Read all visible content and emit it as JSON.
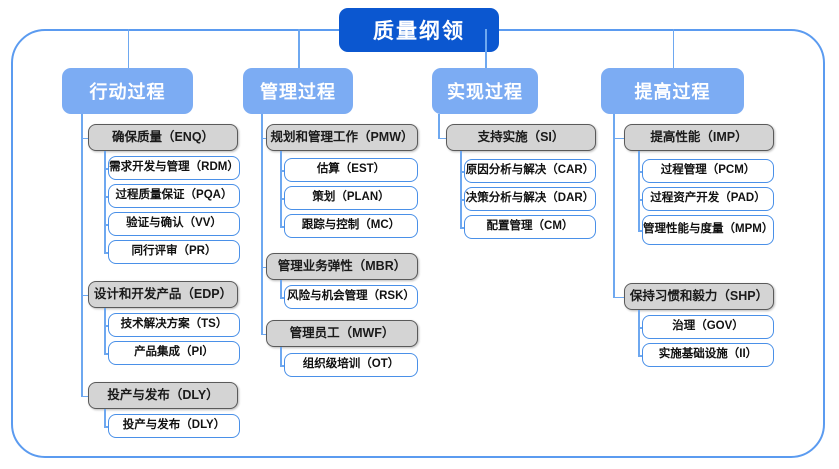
{
  "root": {
    "title": "质量纲领"
  },
  "columns": [
    {
      "id": "action",
      "header": "行动过程",
      "groups": [
        {
          "label": "确保质量（ENQ）",
          "items": [
            "需求开发与管理（RDM）",
            "过程质量保证（PQA）",
            "验证与确认（VV）",
            "同行评审（PR）"
          ]
        },
        {
          "label": "设计和开发产品（EDP）",
          "items": [
            "技术解决方案（TS）",
            "产品集成（PI）"
          ]
        },
        {
          "label": "投产与发布（DLY）",
          "items": [
            "投产与发布（DLY）"
          ]
        }
      ]
    },
    {
      "id": "manage",
      "header": "管理过程",
      "groups": [
        {
          "label": "规划和管理工作（PMW）",
          "items": [
            "估算（EST）",
            "策划（PLAN）",
            "跟踪与控制（MC）"
          ]
        },
        {
          "label": "管理业务弹性（MBR）",
          "items": [
            "风险与机会管理（RSK）"
          ]
        },
        {
          "label": "管理员工（MWF）",
          "items": [
            "组织级培训（OT）"
          ]
        }
      ]
    },
    {
      "id": "implement",
      "header": "实现过程",
      "groups": [
        {
          "label": "支持实施（SI）",
          "items": [
            "原因分析与解决（CAR）",
            "决策分析与解决（DAR）",
            "配置管理（CM）"
          ]
        }
      ]
    },
    {
      "id": "improve",
      "header": "提高过程",
      "groups": [
        {
          "label": "提高性能（IMP）",
          "items": [
            "过程管理（PCM）",
            "过程资产开发（PAD）",
            "管理性能与度量（MPM）"
          ]
        },
        {
          "label": "保持习惯和毅力（SHP）",
          "items": [
            "治理（GOV）",
            "实施基础设施（II）"
          ]
        }
      ]
    }
  ],
  "colors": {
    "root_fill": "#0b57d0",
    "header_fill": "#7cacf3",
    "group_fill": "#d4d4d4",
    "group_border": "#5a5a5a",
    "leaf_border": "#4a90e8",
    "frame_border": "#5b9bf0",
    "connector": "#6ea8f0"
  }
}
